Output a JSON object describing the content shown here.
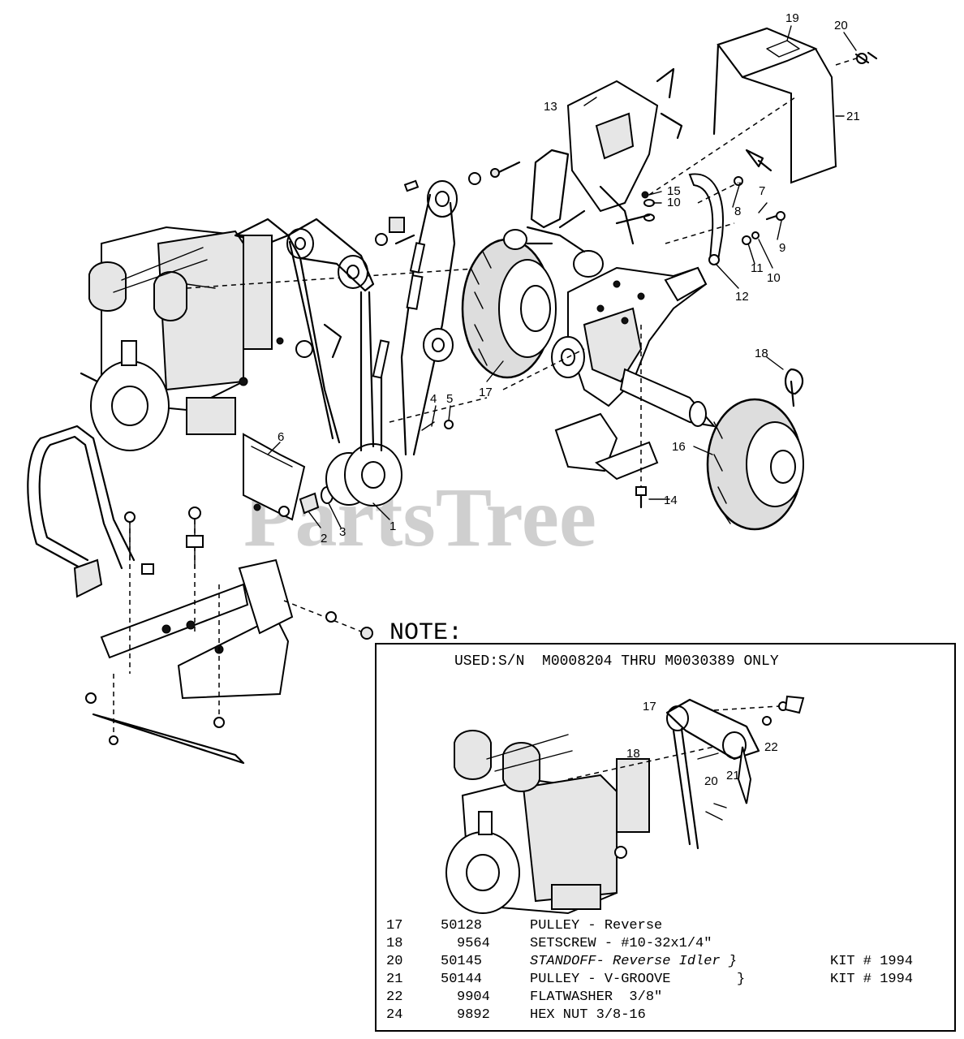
{
  "watermark": "PartsTree",
  "callouts": {
    "c1": "1",
    "c2": "2",
    "c3": "3",
    "c4": "4",
    "c5": "5",
    "c6": "6",
    "c7": "7",
    "c8": "8",
    "c9": "9",
    "c10a": "10",
    "c10b": "10",
    "c11": "11",
    "c12": "12",
    "c13": "13",
    "c14": "14",
    "c15": "15",
    "c16": "16",
    "c17": "17",
    "c18": "18",
    "c19": "19",
    "c20": "20",
    "c21": "21"
  },
  "note": {
    "heading": "NOTE:",
    "used": "USED:S/N  M0008204 THRU M0030389 ONLY",
    "inset_callouts": {
      "i17": "17",
      "i18": "18",
      "i20": "20",
      "i21": "21",
      "i22": "22"
    },
    "parts": [
      {
        "ref": "17",
        "part": "50128",
        "desc": "PULLEY - Reverse",
        "kit": ""
      },
      {
        "ref": "18",
        "part": "9564",
        "desc": "SETSCREW - #10-32x1/4\"",
        "kit": ""
      },
      {
        "ref": "20",
        "part": "50145",
        "desc": "STANDOFF- Reverse Idler }",
        "kit": "KIT # 1994"
      },
      {
        "ref": "21",
        "part": "50144",
        "desc": "PULLEY - V-GROOVE        }",
        "kit": "KIT # 1994"
      },
      {
        "ref": "22",
        "part": "9904",
        "desc": "FLATWASHER  3/8\"",
        "kit": ""
      },
      {
        "ref": "24",
        "part": "9892",
        "desc": "HEX NUT 3/8-16",
        "kit": ""
      }
    ]
  }
}
